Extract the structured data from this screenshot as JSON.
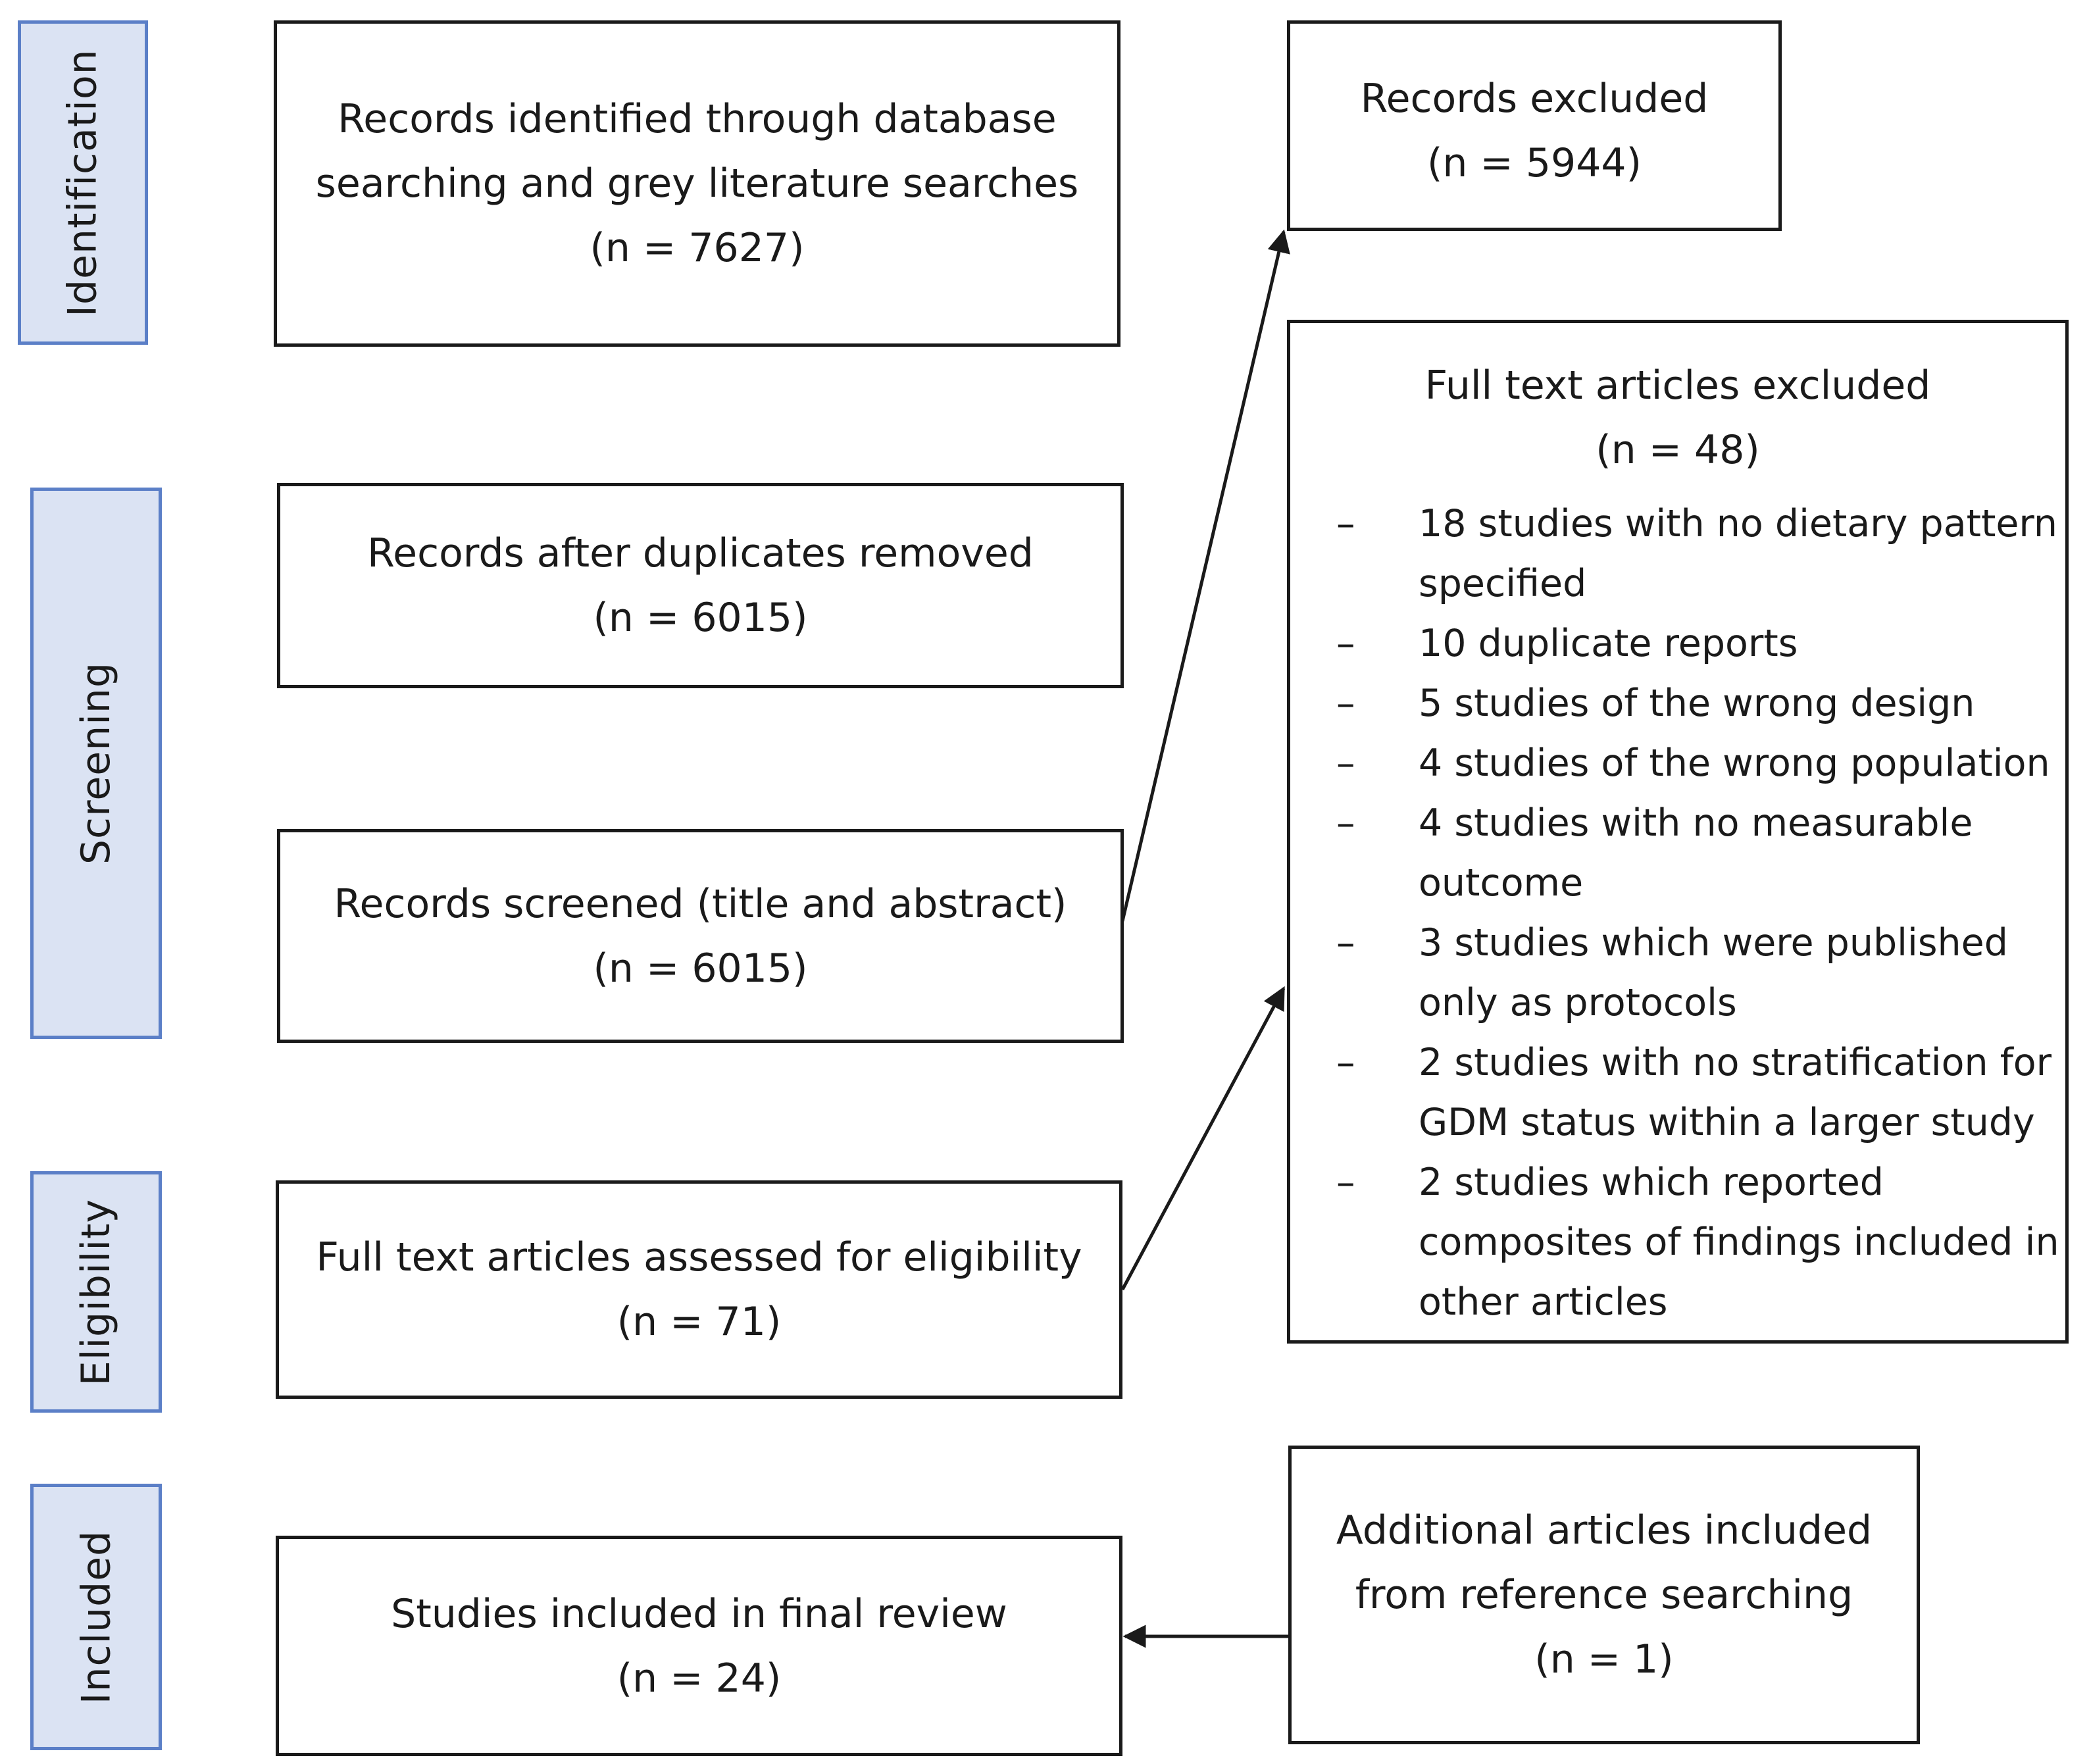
{
  "stages": {
    "identification": "Identification",
    "screening": "Screening",
    "eligibility": "Eligibility",
    "included": "Included"
  },
  "boxes": {
    "identified": {
      "line1": "Records identified through database",
      "line2": "searching and grey literature searches",
      "line3": "(n = 7627)"
    },
    "excluded_records": {
      "line1": "Records excluded",
      "line2": "(n = 5944)"
    },
    "duplicates_removed": {
      "line1": "Records after duplicates removed",
      "line2": "(n = 6015)"
    },
    "screened": {
      "line1": "Records screened (title and abstract)",
      "line2": "(n = 6015)"
    },
    "assessed": {
      "line1": "Full text articles assessed for eligibility",
      "line2": "(n = 71)"
    },
    "final": {
      "line1": "Studies included in final review",
      "line2": "(n = 24)"
    },
    "additional": {
      "line1": "Additional articles included",
      "line2": "from reference searching",
      "line3": "(n = 1)"
    }
  },
  "fulltext_excluded": {
    "title": "Full text articles excluded",
    "count": "(n = 48)",
    "dash": "–",
    "reasons": [
      {
        "line1": "18 studies with no dietary pattern",
        "line2": "specified"
      },
      {
        "line1": "10 duplicate reports"
      },
      {
        "line1": "5 studies of the wrong design"
      },
      {
        "line1": "4 studies of the wrong population"
      },
      {
        "line1": "4 studies with no measurable",
        "line2": "outcome"
      },
      {
        "line1": "3 studies which were published",
        "line2": "only as protocols"
      },
      {
        "line1": "2 studies with no stratification for",
        "line2": "GDM status within a larger study"
      },
      {
        "line1": "2 studies which reported",
        "line2": "composites of findings included in",
        "line3": "other articles"
      }
    ]
  },
  "colors": {
    "stage_fill": "#dbe3f3",
    "stage_border": "#5b7fc7",
    "box_border": "#1a1a1a"
  }
}
